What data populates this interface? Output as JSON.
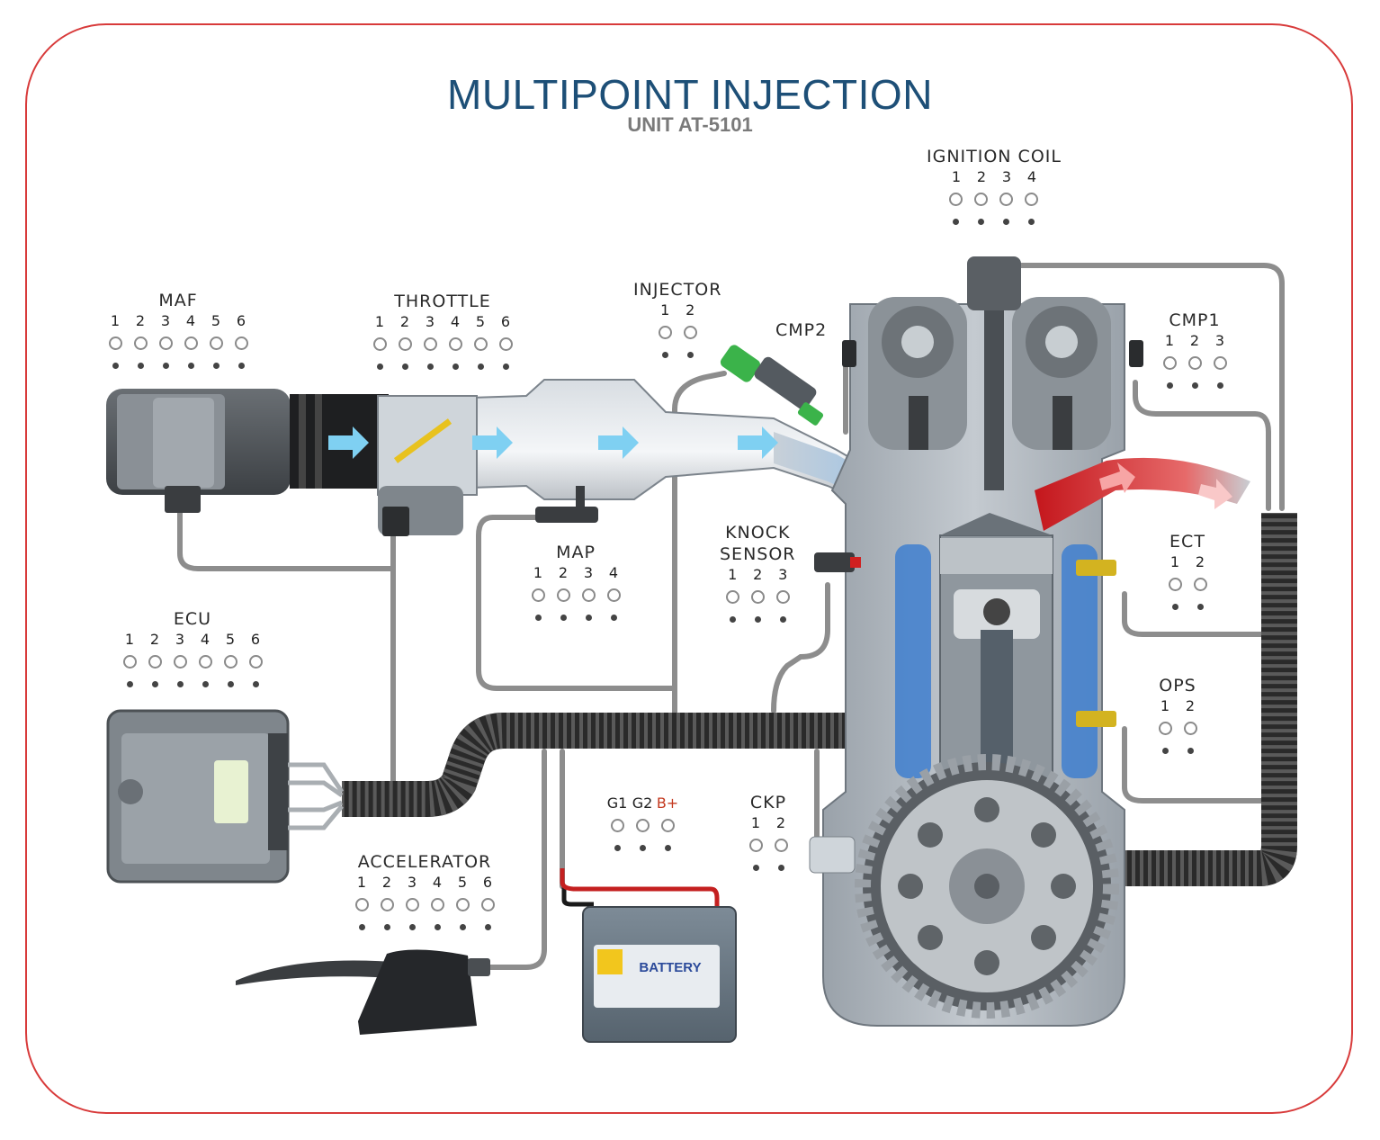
{
  "title": "MULTIPOINT INJECTION",
  "subtitle": "UNIT AT-5101",
  "colors": {
    "border": "#d83a3a",
    "title": "#1d4f77",
    "intake_air": "#6cc4ea",
    "exhaust": "#d63a3a",
    "coolant_jacket": "#3f7fcf"
  },
  "labels": {
    "battery": "BATTERY"
  },
  "connectors": {
    "ignition_coil": {
      "label": "IGNITION COIL",
      "pins": [
        "1",
        "2",
        "3",
        "4"
      ]
    },
    "maf": {
      "label": "MAF",
      "pins": [
        "1",
        "2",
        "3",
        "4",
        "5",
        "6"
      ]
    },
    "throttle": {
      "label": "THROTTLE",
      "pins": [
        "1",
        "2",
        "3",
        "4",
        "5",
        "6"
      ]
    },
    "injector": {
      "label": "INJECTOR",
      "pins": [
        "1",
        "2"
      ]
    },
    "cmp2": {
      "label": "CMP2",
      "pins": []
    },
    "cmp1": {
      "label": "CMP1",
      "pins": [
        "1",
        "2",
        "3"
      ]
    },
    "map": {
      "label": "MAP",
      "pins": [
        "1",
        "2",
        "3",
        "4"
      ]
    },
    "knock_sensor": {
      "label_line1": "KNOCK",
      "label_line2": "SENSOR",
      "pins": [
        "1",
        "2",
        "3"
      ]
    },
    "ect": {
      "label": "ECT",
      "pins": [
        "1",
        "2"
      ]
    },
    "ecu": {
      "label": "ECU",
      "pins": [
        "1",
        "2",
        "3",
        "4",
        "5",
        "6"
      ]
    },
    "ops": {
      "label": "OPS",
      "pins": [
        "1",
        "2"
      ]
    },
    "ckp": {
      "label": "CKP",
      "pins": [
        "1",
        "2"
      ]
    },
    "power": {
      "pins": [
        "G1",
        "G2",
        "B+"
      ]
    },
    "accelerator": {
      "label": "ACCELERATOR",
      "pins": [
        "1",
        "2",
        "3",
        "4",
        "5",
        "6"
      ]
    }
  }
}
